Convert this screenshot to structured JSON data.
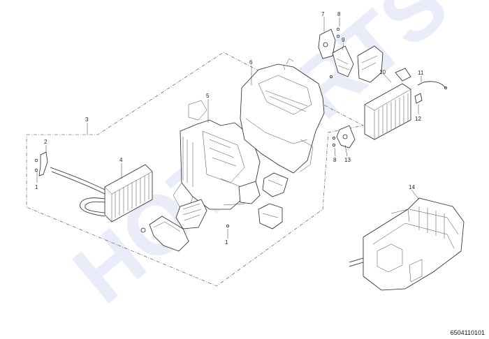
{
  "watermark": "HOTPARTS",
  "drawing_code": "6504110101",
  "callouts": {
    "c1a": "1",
    "c1b": "1",
    "c2": "2",
    "c3": "3",
    "c4": "4",
    "c5": "5",
    "c6": "6",
    "c7": "7",
    "c8a": "8",
    "c8b": "8",
    "c9": "9",
    "c10": "10",
    "c11": "11",
    "c12": "12",
    "c13": "13",
    "c14": "14"
  },
  "colors": {
    "line": "#222222",
    "watermark": "#d9def5"
  }
}
